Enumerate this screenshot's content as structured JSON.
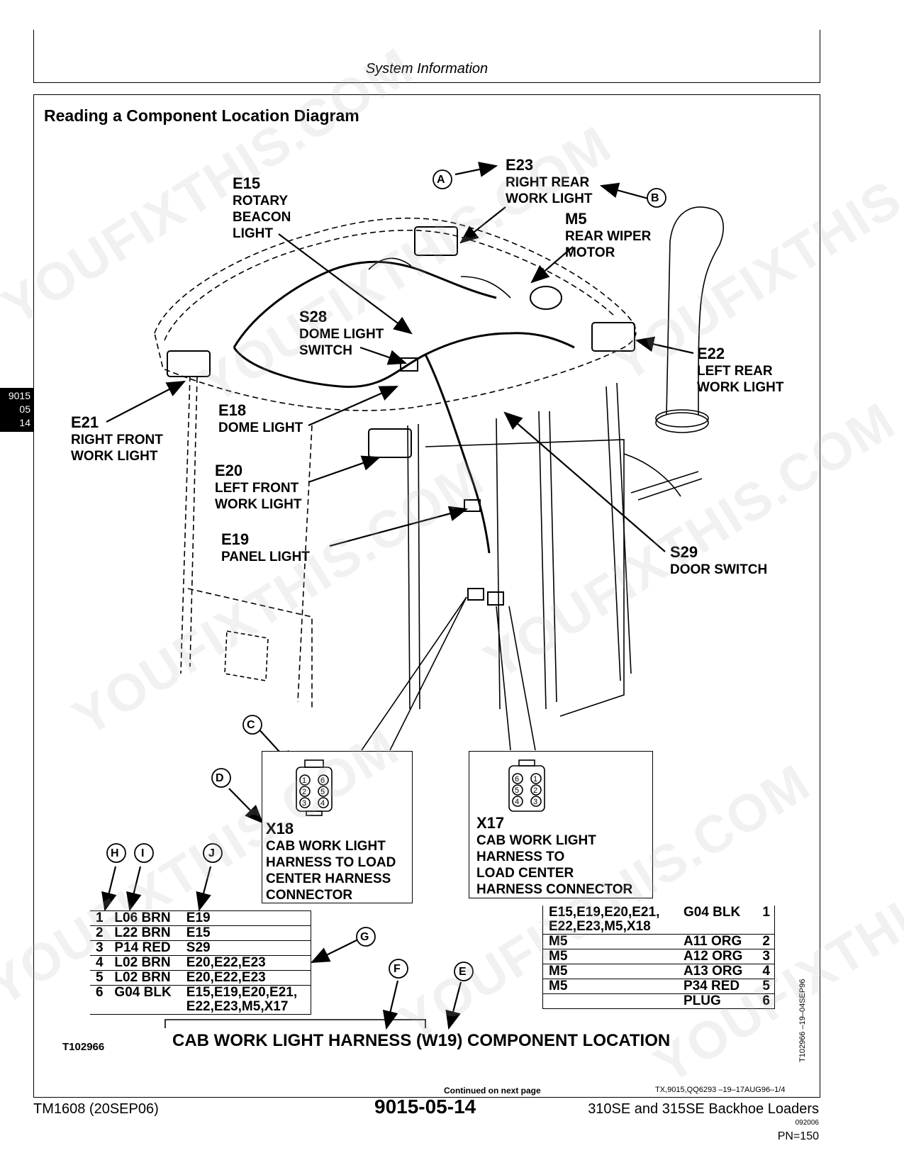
{
  "header": {
    "section_title": "System Information"
  },
  "diagram": {
    "title": "Reading a Component Location Diagram",
    "components": {
      "e15": {
        "code": "E15",
        "lines": [
          "ROTARY",
          "BEACON",
          "LIGHT"
        ]
      },
      "e23": {
        "code": "E23",
        "lines": [
          "RIGHT REAR",
          "WORK LIGHT"
        ]
      },
      "m5": {
        "code": "M5",
        "lines": [
          "REAR WIPER",
          "MOTOR"
        ]
      },
      "s28": {
        "code": "S28",
        "lines": [
          "DOME LIGHT",
          "SWITCH"
        ]
      },
      "e22": {
        "code": "E22",
        "lines": [
          "LEFT REAR",
          "WORK LIGHT"
        ]
      },
      "e21": {
        "code": "E21",
        "lines": [
          "RIGHT FRONT",
          "WORK LIGHT"
        ]
      },
      "e18": {
        "code": "E18",
        "lines": [
          "DOME LIGHT"
        ]
      },
      "e20": {
        "code": "E20",
        "lines": [
          "LEFT FRONT",
          "WORK LIGHT"
        ]
      },
      "e19": {
        "code": "E19",
        "lines": [
          "PANEL LIGHT"
        ]
      },
      "s29": {
        "code": "S29",
        "lines": [
          "DOOR SWITCH"
        ]
      },
      "x18": {
        "code": "X18",
        "lines": [
          "CAB WORK LIGHT",
          "HARNESS TO LOAD",
          "CENTER HARNESS",
          "CONNECTOR"
        ]
      },
      "x17": {
        "code": "X17",
        "lines": [
          "CAB WORK LIGHT",
          "HARNESS TO",
          "LOAD CENTER",
          "HARNESS CONNECTOR"
        ]
      }
    },
    "callout_letters": {
      "a": "A",
      "b": "B",
      "c": "C",
      "d": "D",
      "e": "E",
      "f": "F",
      "g": "G",
      "h": "H",
      "i": "I",
      "j": "J"
    },
    "x18_pins": {
      "left": [
        "1",
        "2",
        "3"
      ],
      "right": [
        "6",
        "5",
        "4"
      ]
    },
    "x17_pins": {
      "left": [
        "6",
        "5",
        "4"
      ],
      "right": [
        "1",
        "2",
        "3"
      ]
    },
    "x18_table": {
      "rows": [
        {
          "pin": "1",
          "wire": "L06 BRN",
          "dest": [
            "E19"
          ]
        },
        {
          "pin": "2",
          "wire": "L22 BRN",
          "dest": [
            "E15"
          ]
        },
        {
          "pin": "3",
          "wire": "P14 RED",
          "dest": [
            "S29"
          ]
        },
        {
          "pin": "4",
          "wire": "L02 BRN",
          "dest": [
            "E20,E22,E23"
          ]
        },
        {
          "pin": "5",
          "wire": "L02 BRN",
          "dest": [
            "E20,E22,E23"
          ]
        },
        {
          "pin": "6",
          "wire": "G04 BLK",
          "dest": [
            "E15,E19,E20,E21,",
            "E22,E23,M5,X17"
          ]
        }
      ]
    },
    "x17_table": {
      "rows": [
        {
          "dest": [
            "E15,E19,E20,E21,",
            "E22,E23,M5,X18"
          ],
          "wire": "G04 BLK",
          "pin": "1"
        },
        {
          "dest": [
            "M5"
          ],
          "wire": "A11 ORG",
          "pin": "2"
        },
        {
          "dest": [
            "M5"
          ],
          "wire": "A12 ORG",
          "pin": "3"
        },
        {
          "dest": [
            "M5"
          ],
          "wire": "A13 ORG",
          "pin": "4"
        },
        {
          "dest": [
            "M5"
          ],
          "wire": "P34 RED",
          "pin": "5"
        },
        {
          "dest": [
            ""
          ],
          "wire": "PLUG",
          "pin": "6"
        }
      ]
    },
    "harness_title": "CAB WORK LIGHT HARNESS (W19) COMPONENT LOCATION",
    "figure_id": "T102966",
    "side_figure_id": "T102966   –19–04SEP96",
    "continued": "Continued on next page",
    "ref_code": "TX,9015,QQ6293   –19–17AUG96–1/4"
  },
  "side_tab": {
    "lines": [
      "9015",
      "05",
      "14"
    ]
  },
  "footer": {
    "manual": "TM1608 (20SEP06)",
    "page_number": "9015-05-14",
    "product": "310SE and 315SE Backhoe Loaders",
    "date_code": "092006",
    "pn": "PN=150"
  },
  "watermark": "YOUFIXTHIS.COM"
}
